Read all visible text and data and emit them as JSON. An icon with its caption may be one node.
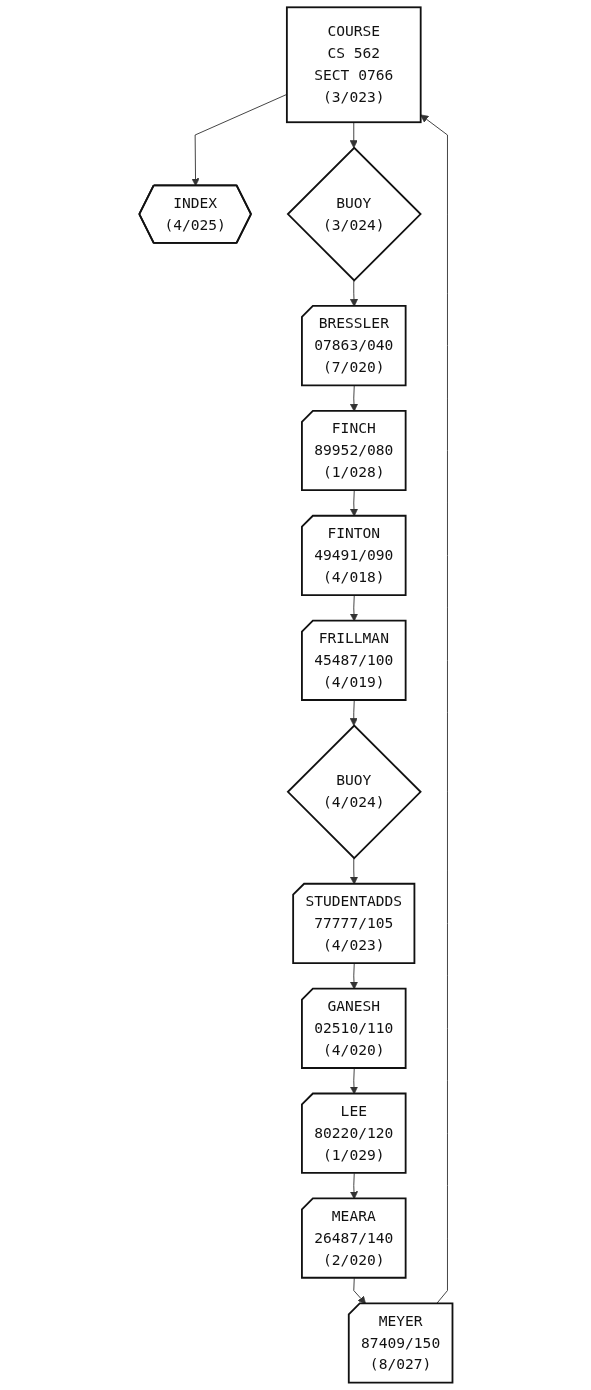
{
  "diagram": {
    "nodes": [
      {
        "text": [
          "COURSE",
          "CS 562",
          "SECT 0766",
          "(3/023)"
        ]
      },
      {
        "text": [
          "INDEX",
          "(4/025)"
        ]
      },
      {
        "text": [
          "BUOY",
          "(3/024)"
        ]
      },
      {
        "text": [
          "BRESSLER",
          "07863/040",
          "(7/020)"
        ]
      },
      {
        "text": [
          "FINCH",
          "89952/080",
          "(1/028)"
        ]
      },
      {
        "text": [
          "FINTON",
          "49491/090",
          "(4/018)"
        ]
      },
      {
        "text": [
          "FRILLMAN",
          "45487/100",
          "(4/019)"
        ]
      },
      {
        "text": [
          "BUOY",
          "(4/024)"
        ]
      },
      {
        "text": [
          "STUDENTADDS",
          "77777/105",
          "(4/023)"
        ]
      },
      {
        "text": [
          "GANESH",
          "02510/110",
          "(4/020)"
        ]
      },
      {
        "text": [
          "LEE",
          "80220/120",
          "(1/029)"
        ]
      },
      {
        "text": [
          "MEARA",
          "26487/140",
          "(2/020)"
        ]
      },
      {
        "text": [
          "MEYER",
          "87409/150",
          "(8/027)"
        ]
      }
    ],
    "edges": [
      {
        "from": 0,
        "to": 1,
        "arrow": "to"
      },
      {
        "from": 0,
        "to": 2,
        "arrow": "to"
      },
      {
        "from": 2,
        "to": 3,
        "arrow": "to"
      },
      {
        "from": 3,
        "to": 4,
        "arrow": "to"
      },
      {
        "from": 4,
        "to": 5,
        "arrow": "to"
      },
      {
        "from": 5,
        "to": 6,
        "arrow": "to"
      },
      {
        "from": 6,
        "to": 7,
        "arrow": "to"
      },
      {
        "from": 7,
        "to": 8,
        "arrow": "to"
      },
      {
        "from": 8,
        "to": 9,
        "arrow": "to"
      },
      {
        "from": 9,
        "to": 10,
        "arrow": "to"
      },
      {
        "from": 10,
        "to": 11,
        "arrow": "to"
      },
      {
        "from": 11,
        "to": 12,
        "arrow": "to"
      },
      {
        "from": 12,
        "to": 0,
        "arrow": "to"
      }
    ]
  }
}
